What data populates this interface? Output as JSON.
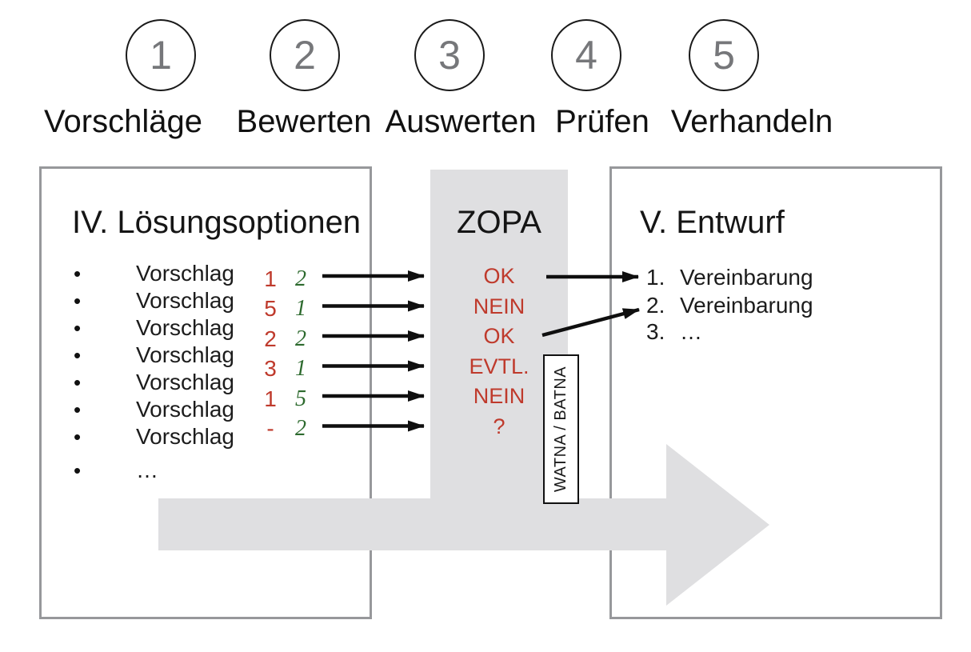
{
  "steps": [
    {
      "num": "1",
      "label": "Vorschläge"
    },
    {
      "num": "2",
      "label": "Bewerten"
    },
    {
      "num": "3",
      "label": "Auswerten"
    },
    {
      "num": "4",
      "label": "Prüfen"
    },
    {
      "num": "5",
      "label": "Verhandeln"
    }
  ],
  "left_box": {
    "title": "IV. Lösungsoptionen",
    "bullet": "•",
    "items": [
      {
        "label": "Vorschlag"
      },
      {
        "label": "Vorschlag"
      },
      {
        "label": "Vorschlag"
      },
      {
        "label": "Vorschlag"
      },
      {
        "label": "Vorschlag"
      },
      {
        "label": "Vorschlag"
      },
      {
        "label": "Vorschlag"
      },
      {
        "label": "…"
      }
    ],
    "ratings": [
      {
        "red": "1",
        "green": "2"
      },
      {
        "red": "5",
        "green": "1"
      },
      {
        "red": "2",
        "green": "2"
      },
      {
        "red": "3",
        "green": "1"
      },
      {
        "red": "1",
        "green": "5"
      },
      {
        "red": "-",
        "green": "2"
      }
    ]
  },
  "zopa": {
    "title": "ZOPA",
    "results": [
      "OK",
      "NEIN",
      "OK",
      "EVTL.",
      "NEIN",
      "?"
    ]
  },
  "watna": {
    "label": "WATNA / BATNA"
  },
  "right_box": {
    "title": "V. Entwurf",
    "items": [
      {
        "num": "1.",
        "label": "Vereinbarung"
      },
      {
        "num": "2.",
        "label": "Vereinbarung"
      },
      {
        "num": "3.",
        "label": "…"
      }
    ]
  },
  "colors": {
    "result_red": "#bf3a2c",
    "rating_red": "#bf3a2c",
    "rating_green": "#2d6a2e",
    "band_gray": "#dfdfe1",
    "box_border_gray": "#97989b",
    "circle_number_gray": "#76777a",
    "arrow_black": "#0f0f0f"
  }
}
